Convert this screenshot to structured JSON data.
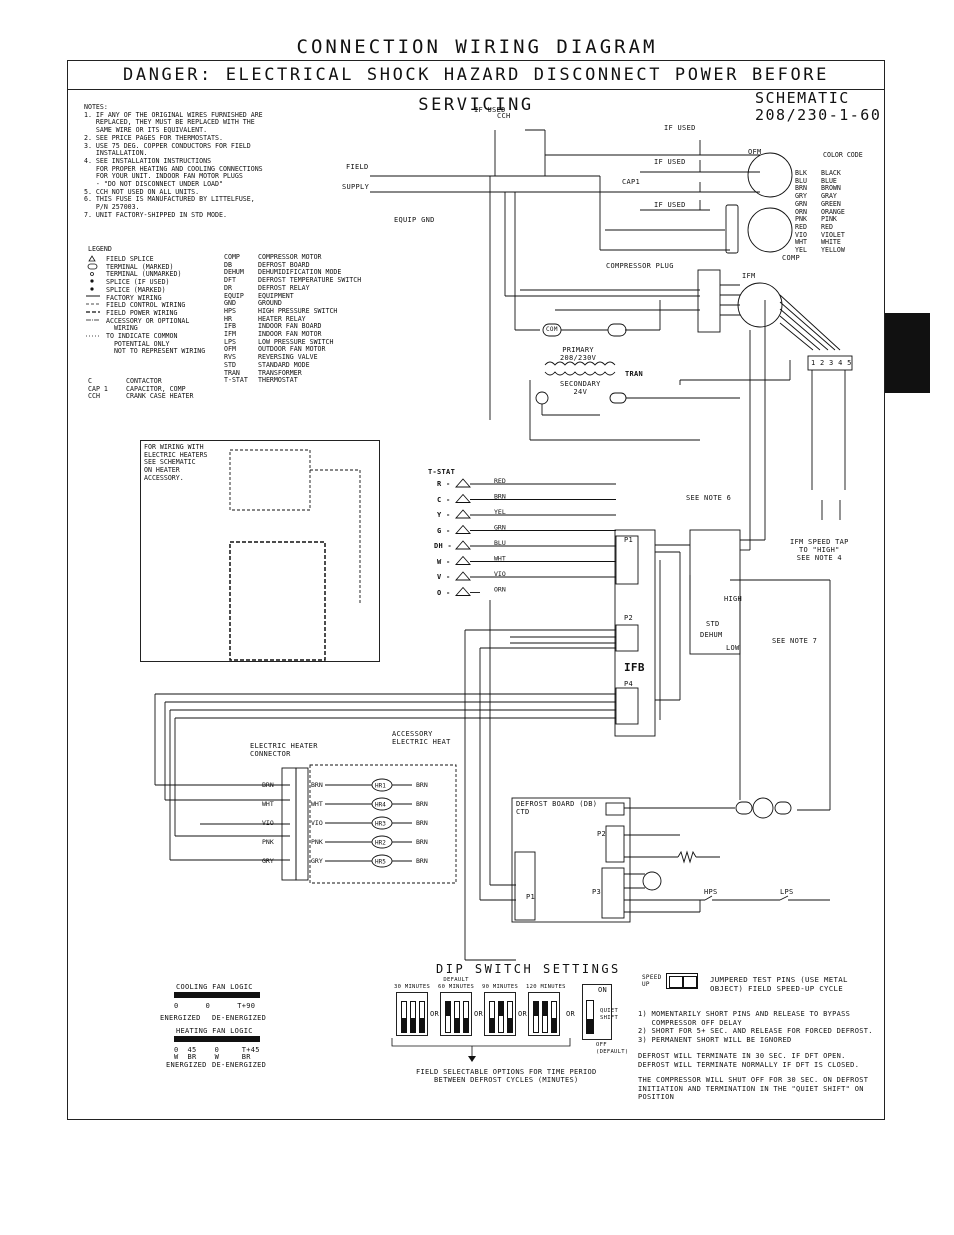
{
  "header": {
    "title": "CONNECTION WIRING DIAGRAM",
    "danger": "DANGER: ELECTRICAL SHOCK HAZARD DISCONNECT POWER BEFORE SERVICING",
    "schematic_line1": "SCHEMATIC",
    "schematic_line2": "208/230-1-60"
  },
  "notes": {
    "heading": "NOTES:",
    "items": [
      "1. IF ANY OF THE ORIGINAL WIRES FURNISHED ARE\n   REPLACED, THEY MUST BE REPLACED WITH THE\n   SAME WIRE OR ITS EQUIVALENT.",
      "2. SEE PRICE PAGES FOR THERMOSTATS.",
      "3. USE 75 DEG. COPPER CONDUCTORS FOR FIELD\n   INSTALLATION.",
      "4. SEE INSTALLATION INSTRUCTIONS\n   FOR PROPER HEATING AND COOLING CONNECTIONS\n   FOR YOUR UNIT. INDOOR FAN MOTOR PLUGS\n   - \"DO NOT DISCONNECT UNDER LOAD\"",
      "5. CCH NOT USED ON ALL UNITS.",
      "6. THIS FUSE IS MANUFACTURED BY LITTELFUSE,\n   P/N 257003.",
      "7. UNIT FACTORY-SHIPPED IN STD MODE."
    ]
  },
  "legend": {
    "heading": "LEGEND",
    "symbols": [
      "FIELD SPLICE",
      "TERMINAL (MARKED)",
      "TERMINAL (UNMARKED)",
      "SPLICE (IF USED)",
      "SPLICE (MARKED)",
      "FACTORY WIRING",
      "FIELD CONTROL WIRING",
      "FIELD POWER WIRING",
      "ACCESSORY OR OPTIONAL\n  WIRING",
      "TO INDICATE COMMON\n  POTENTIAL ONLY\n  NOT TO REPRESENT WIRING"
    ],
    "abbrev_left": [
      [
        "C",
        "CONTACTOR"
      ],
      [
        "CAP 1",
        "CAPACITOR, COMP"
      ],
      [
        "CCH",
        "CRANK CASE HEATER"
      ]
    ],
    "abbrev_right": [
      [
        "COMP",
        "COMPRESSOR MOTOR"
      ],
      [
        "DB",
        "DEFROST BOARD"
      ],
      [
        "DEHUM",
        "DEHUMIDIFICATION MODE"
      ],
      [
        "DFT",
        "DEFROST TEMPERATURE SWITCH"
      ],
      [
        "DR",
        "DEFROST RELAY"
      ],
      [
        "EQUIP",
        "EQUIPMENT"
      ],
      [
        "GND",
        "GROUND"
      ],
      [
        "HPS",
        "HIGH PRESSURE SWITCH"
      ],
      [
        "HR",
        "HEATER RELAY"
      ],
      [
        "IFB",
        "INDOOR FAN BOARD"
      ],
      [
        "IFM",
        "INDOOR FAN MOTOR"
      ],
      [
        "LPS",
        "LOW PRESSURE SWITCH"
      ],
      [
        "OFM",
        "OUTDOOR FAN MOTOR"
      ],
      [
        "RVS",
        "REVERSING VALVE"
      ],
      [
        "STD",
        "STANDARD MODE"
      ],
      [
        "TRAN",
        "TRANSFORMER"
      ],
      [
        "T-STAT",
        "THERMOSTAT"
      ]
    ]
  },
  "color_code": {
    "heading": "COLOR CODE",
    "rows": [
      [
        "BLK",
        "BLACK"
      ],
      [
        "BLU",
        "BLUE"
      ],
      [
        "BRN",
        "BROWN"
      ],
      [
        "GRY",
        "GRAY"
      ],
      [
        "GRN",
        "GREEN"
      ],
      [
        "ORN",
        "ORANGE"
      ],
      [
        "PNK",
        "PINK"
      ],
      [
        "RED",
        "RED"
      ],
      [
        "VIO",
        "VIOLET"
      ],
      [
        "WHT",
        "WHITE"
      ],
      [
        "YEL",
        "YELLOW"
      ]
    ]
  },
  "heater_note": "FOR WIRING WITH\nELECTRIC HEATERS\nSEE SCHEMATIC\nON HEATER\nACCESSORY.",
  "labels": {
    "if_used": "IF USED",
    "cch": "CCH",
    "field": "FIELD",
    "supply": "SUPPLY",
    "equip_gnd": "EQUIP GND",
    "cap1": "CAP1",
    "ofm": "OFM",
    "comp": "COMP",
    "compressor_plug": "COMPRESSOR PLUG",
    "ifm": "IFM",
    "primary": "PRIMARY\n208/230V",
    "secondary": "SECONDARY\n24V",
    "tran": "TRAN",
    "tstat": "T-STAT",
    "see_note6": "SEE NOTE 6",
    "see_note7": "SEE NOTE 7",
    "ifb": "IFB",
    "ifm_speed": "IFM SPEED TAP\nTO \"HIGH\"\nSEE NOTE 4",
    "heater_connector": "ELECTRIC HEATER\nCONNECTOR",
    "accessory_heat": "ACCESSORY\nELECTRIC HEAT",
    "defrost_board": "DEFROST BOARD (DB)\nCTD",
    "hps": "HPS",
    "lps": "LPS",
    "p1": "P1",
    "p2": "P2",
    "p3": "P3",
    "p4": "P4",
    "plug": "1 2 3 4 5",
    "std": "STD",
    "dehum": "DEHUM",
    "high": "HIGH",
    "low": "LOW",
    "com": "COM"
  },
  "tstat_terminals": [
    "R",
    "C",
    "Y",
    "G",
    "DH",
    "W",
    "V",
    "O"
  ],
  "tstat_wires": [
    "RED",
    "BRN",
    "YEL",
    "GRN",
    "BLU",
    "WHT",
    "VIO",
    "ORN"
  ],
  "heater_wires": [
    "BRN",
    "WHT",
    "VIO",
    "PNK",
    "GRY"
  ],
  "heater_relays": [
    "HR1",
    "HR4",
    "HR3",
    "HR2",
    "HR5"
  ],
  "fan_logic": {
    "cooling_title": "COOLING FAN LOGIC",
    "cooling_scale": "0      0      T+90",
    "heating_title": "HEATING FAN LOGIC",
    "heating_scale": "0  45    0     T+45",
    "heating_sub": "W  BR    W     BR",
    "energized": "ENERGIZED",
    "de_energized": "DE-ENERGIZED"
  },
  "dip": {
    "title": "DIP SWITCH SETTINGS",
    "settings": [
      "30 MINUTES",
      "DEFAULT\n60 MINUTES",
      "90 MINUTES",
      "120 MINUTES"
    ],
    "or": "OR",
    "quiet": "QUIET\nSHIFT",
    "on": "ON",
    "off": "OFF\n(DEFAULT)",
    "caption": "FIELD SELECTABLE OPTIONS FOR TIME PERIOD\nBETWEEN DEFROST CYCLES (MINUTES)"
  },
  "speedup": {
    "label": "SPEED\nUP",
    "text": "JUMPERED TEST PINS (USE METAL\nOBJECT) FIELD SPEED-UP CYCLE",
    "steps": "1) MOMENTARILY SHORT PINS AND RELEASE TO BYPASS\n   COMPRESSOR OFF DELAY\n2) SHORT FOR 5+ SEC. AND RELEASE FOR FORCED DEFROST.\n3) PERMANENT SHORT WILL BE IGNORED",
    "defrost_note": "DEFROST WILL TERMINATE IN 30 SEC. IF DFT OPEN.\nDEFROST WILL TERMINATE NORMALLY IF DFT IS CLOSED.",
    "quiet_note": "THE COMPRESSOR WILL SHUT OFF FOR 30 SEC. ON DEFROST\nINITIATION AND TERMINATION IN THE \"QUIET SHIFT\" ON\nPOSITION"
  }
}
